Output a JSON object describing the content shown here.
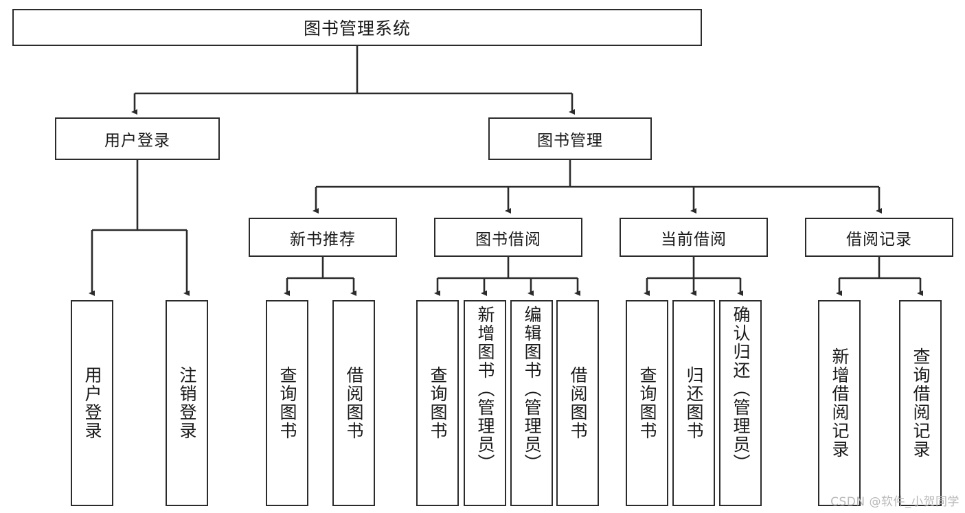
{
  "diagram": {
    "title": "图书管理系统",
    "watermark": "CSDN @软件_小贺同学",
    "line_color": "#2b2b2b",
    "text_color": "#1a1a1a",
    "background": "#ffffff",
    "watermark_color": "#b8b8b8"
  },
  "nodes": {
    "root": {
      "label": "图书管理系统"
    },
    "level2": [
      {
        "label": "用户登录"
      },
      {
        "label": "图书管理"
      }
    ],
    "level3": [
      {
        "label": "新书推荐"
      },
      {
        "label": "图书借阅"
      },
      {
        "label": "当前借阅"
      },
      {
        "label": "借阅记录"
      }
    ],
    "leaves": {
      "user_login": [
        {
          "label": "用户登录"
        },
        {
          "label": "注销登录"
        }
      ],
      "new_book_recommend": [
        {
          "label": "查询图书"
        },
        {
          "label": "借阅图书"
        }
      ],
      "book_borrow": [
        {
          "label": "查询图书"
        },
        {
          "label": "新增图书（管理员）"
        },
        {
          "label": "编辑图书（管理员）"
        },
        {
          "label": "借阅图书"
        }
      ],
      "current_borrow": [
        {
          "label": "查询图书"
        },
        {
          "label": "归还图书"
        },
        {
          "label": "确认归还（管理员）"
        }
      ],
      "borrow_record": [
        {
          "label": "新增借阅记录"
        },
        {
          "label": "查询借阅记录"
        }
      ]
    }
  }
}
